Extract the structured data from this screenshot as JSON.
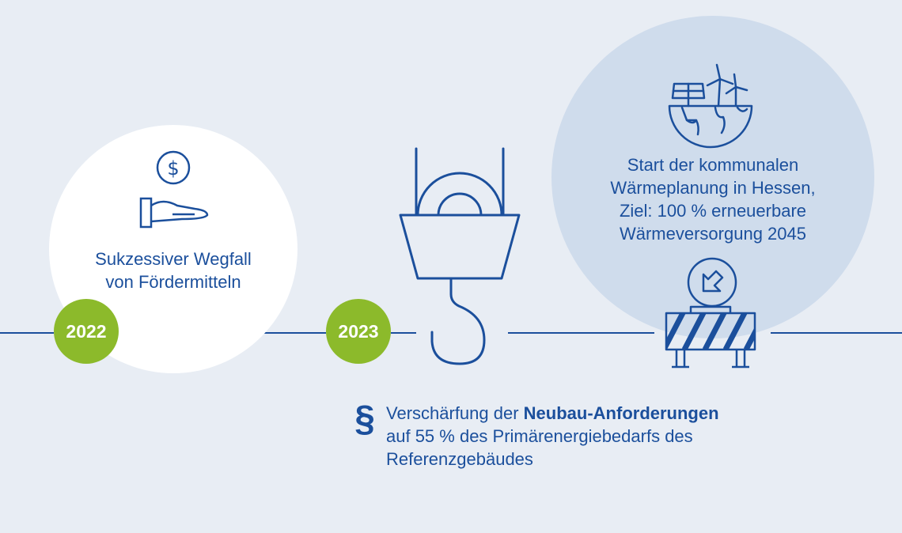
{
  "milestones": [
    {
      "year": "2022",
      "lines": [
        "Sukzessiver Wegfall",
        "von Fördermitteln"
      ]
    },
    {
      "year": "2023"
    }
  ],
  "heat_planning": {
    "lines": [
      "Start der kommunalen",
      "Wärmeplanung in Hessen,",
      "Ziel: 100 % erneuerbare",
      "Wärmeversorgung 2045"
    ]
  },
  "regulation": {
    "symbol": "§",
    "line1_prefix": "Verschärfung der ",
    "line1_bold": "Neubau-Anforderungen",
    "line2": "auf 55 % des Primärenergiebedarfs des",
    "line3": "Referenzgebäudes"
  },
  "icons": [
    "dollar-coin-icon",
    "open-hand-icon",
    "crane-hook-icon",
    "renewable-globe-icon",
    "road-barrier-icon",
    "diagonal-arrow-icon"
  ],
  "colors": {
    "background": "#e8edf4",
    "primary": "#1b4f9c",
    "accent_green": "#8cba2b",
    "bubble_blue": "#cfdcec",
    "bubble_white": "#ffffff"
  }
}
